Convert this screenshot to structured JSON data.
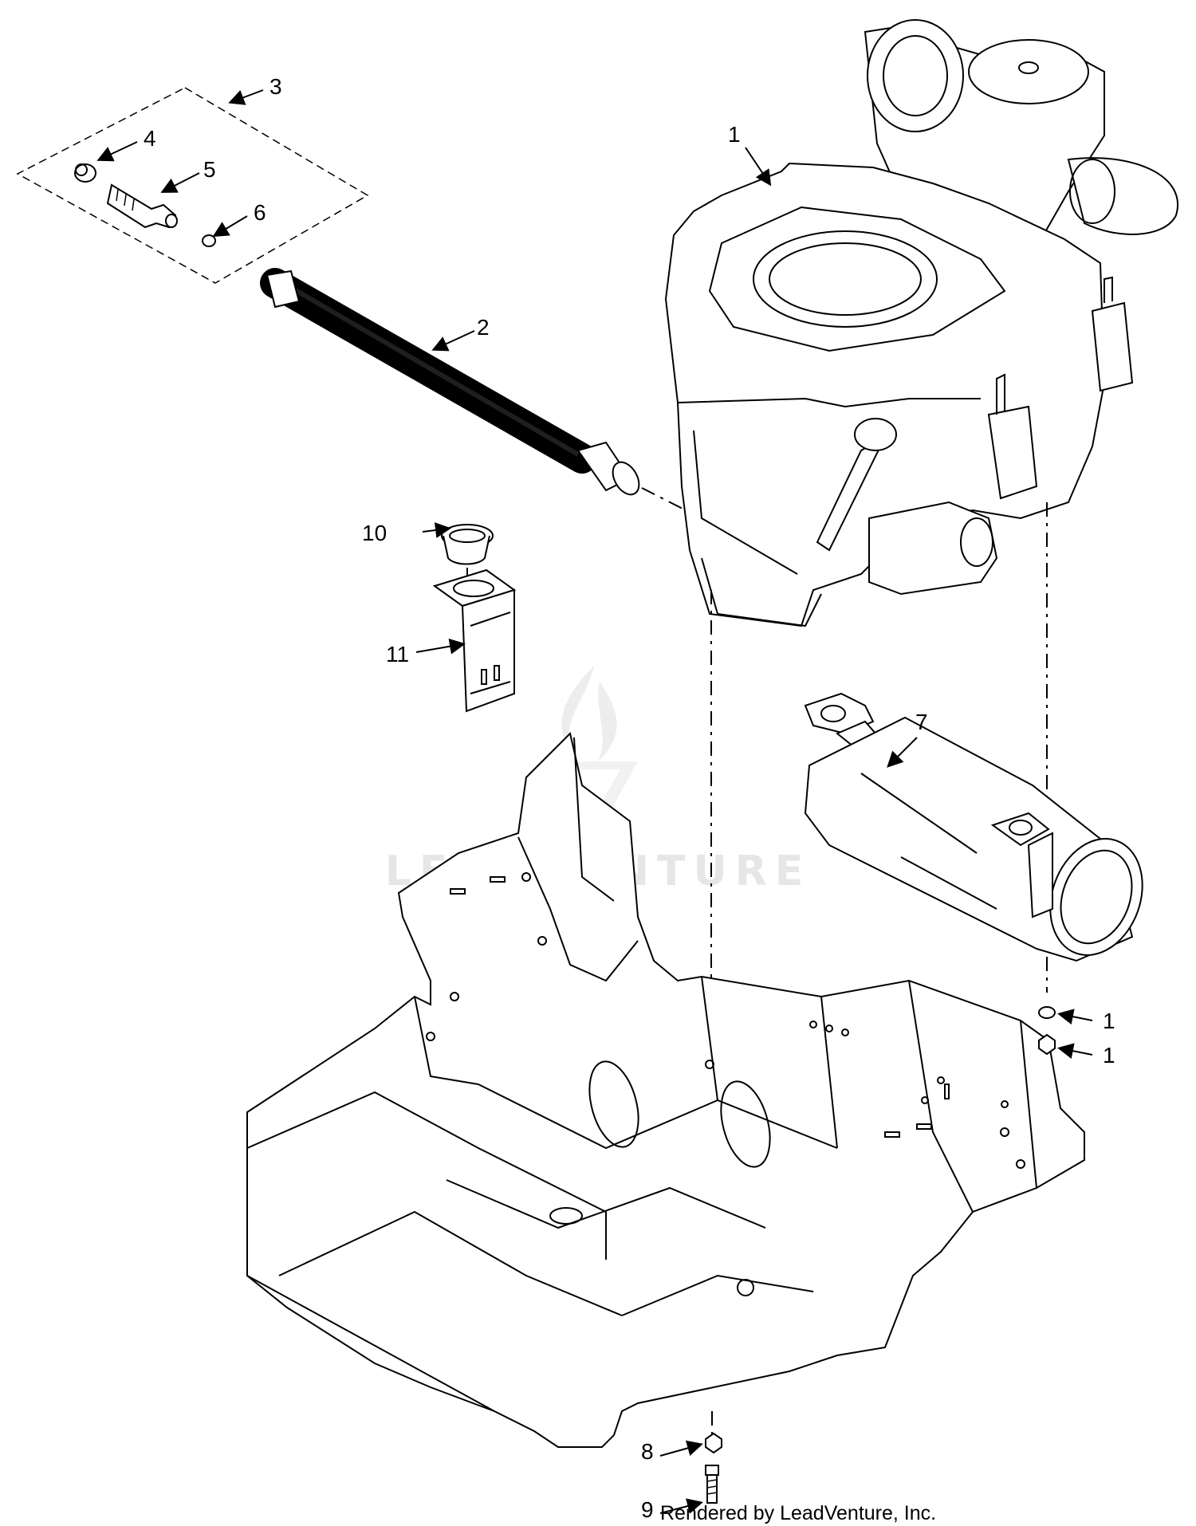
{
  "watermark": {
    "text": "LEADVENTURE",
    "color": "#e6e6e6"
  },
  "callouts": [
    {
      "id": "engine",
      "number": "1"
    },
    {
      "id": "hose",
      "number": "2"
    },
    {
      "id": "drain-kit",
      "number": "3"
    },
    {
      "id": "cap",
      "number": "4"
    },
    {
      "id": "drain-valve",
      "number": "5"
    },
    {
      "id": "plug",
      "number": "6"
    },
    {
      "id": "muffler",
      "number": "7"
    },
    {
      "id": "washer",
      "number": "8"
    },
    {
      "id": "bolt",
      "number": "9"
    },
    {
      "id": "grommet",
      "number": "10"
    },
    {
      "id": "bracket",
      "number": "11"
    },
    {
      "id": "lock-washer",
      "number": "1"
    },
    {
      "id": "nut",
      "number": "1"
    }
  ],
  "footer": {
    "credit": "Rendered by LeadVenture, Inc."
  }
}
